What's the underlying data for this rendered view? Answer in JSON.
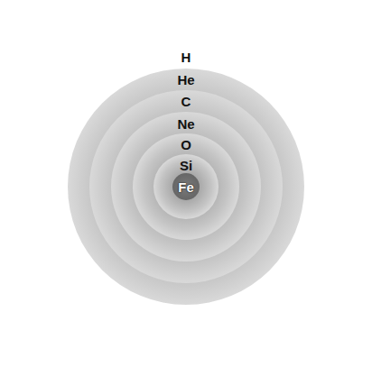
{
  "diagram": {
    "nodes": [
      {
        "text": [
          "H"
        ]
      },
      {
        "text": [
          "He"
        ],
        "in": 0
      },
      {
        "text": [
          "C"
        ],
        "in": 1
      },
      {
        "text": [
          "Ne"
        ],
        "in": 2
      },
      {
        "text": [
          "O"
        ],
        "in": 3
      },
      {
        "text": [
          "Si"
        ],
        "in": 4
      },
      {
        "text": [
          "Fe"
        ],
        "in": 5
      }
    ]
  }
}
